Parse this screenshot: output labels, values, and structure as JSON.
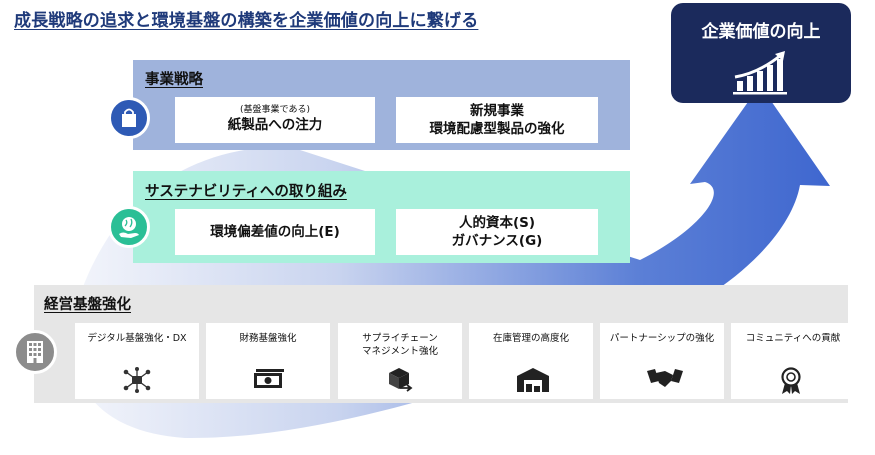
{
  "title": "成長戦略の追求と環境基盤の構築を企業価値の向上に繋げる",
  "goal": {
    "label": "企業価値の向上",
    "icon": "growth-chart-icon"
  },
  "strategy": {
    "title": "事業戦略",
    "icon": "shopping-bag-icon",
    "cards": [
      {
        "sub": "(基盤事業である)",
        "line1": "紙製品への注力",
        "line2": ""
      },
      {
        "sub": "",
        "line1": "新規事業",
        "line2": "環境配慮型製品の強化"
      }
    ]
  },
  "sustainability": {
    "title": "サステナビリティへの取り組み",
    "icon": "globe-hand-icon",
    "cards": [
      {
        "line1": "環境偏差値の向上(E)",
        "line2": ""
      },
      {
        "line1": "人的資本(S)",
        "line2": "ガバナンス(G)"
      }
    ]
  },
  "foundation": {
    "title": "経営基盤強化",
    "icon": "building-icon",
    "items": [
      {
        "label": "デジタル基盤強化・DX",
        "label2": "",
        "icon": "network-icon"
      },
      {
        "label": "財務基盤強化",
        "label2": "",
        "icon": "money-icon"
      },
      {
        "label": "サプライチェーン",
        "label2": "マネジメント強化",
        "icon": "supply-chain-icon"
      },
      {
        "label": "在庫管理の高度化",
        "label2": "",
        "icon": "warehouse-icon"
      },
      {
        "label": "パートナーシップの強化",
        "label2": "",
        "icon": "handshake-icon"
      },
      {
        "label": "コミュニティへの貢献",
        "label2": "",
        "icon": "award-ribbon-icon"
      }
    ]
  },
  "colors": {
    "title": "#1f3a7a",
    "goal_box": "#1b2a5c",
    "arrow": "#4a6fd0",
    "strategy_band": "#9fb3dc",
    "sustain_band": "#a9f0dc",
    "foundation_band": "#e6e6e6",
    "strategy_icon": "#2e5ab5",
    "sustain_icon": "#2bbf96",
    "foundation_icon": "#8c8c8c"
  }
}
